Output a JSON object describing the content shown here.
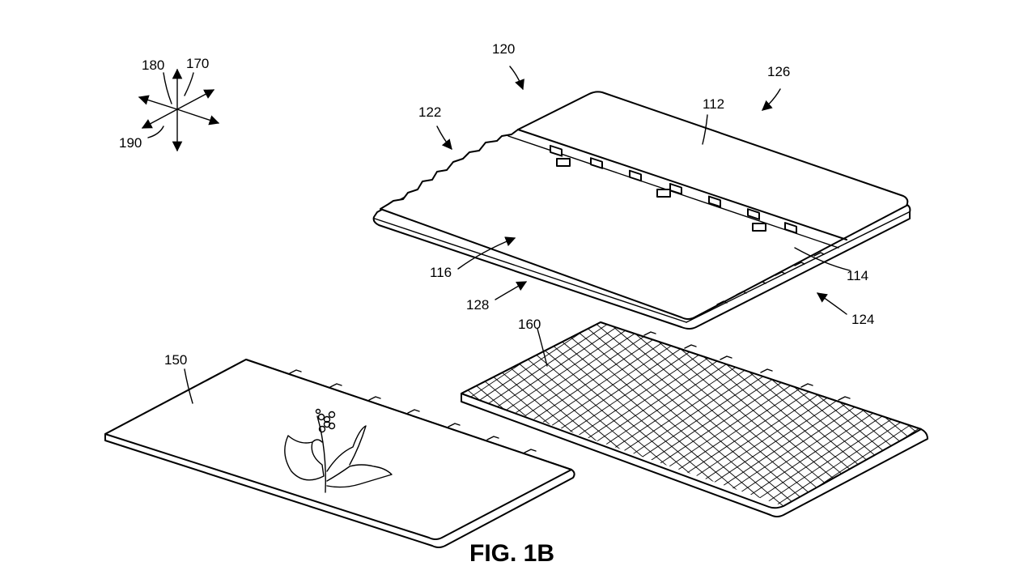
{
  "figure": {
    "caption": "FIG. 1B",
    "labels": {
      "l120": "120",
      "l126": "126",
      "l112": "112",
      "l122": "122",
      "l116": "116",
      "l114": "114",
      "l128": "128",
      "l124": "124",
      "l160": "160",
      "l150": "150",
      "l180": "180",
      "l170": "170",
      "l190": "190"
    }
  }
}
